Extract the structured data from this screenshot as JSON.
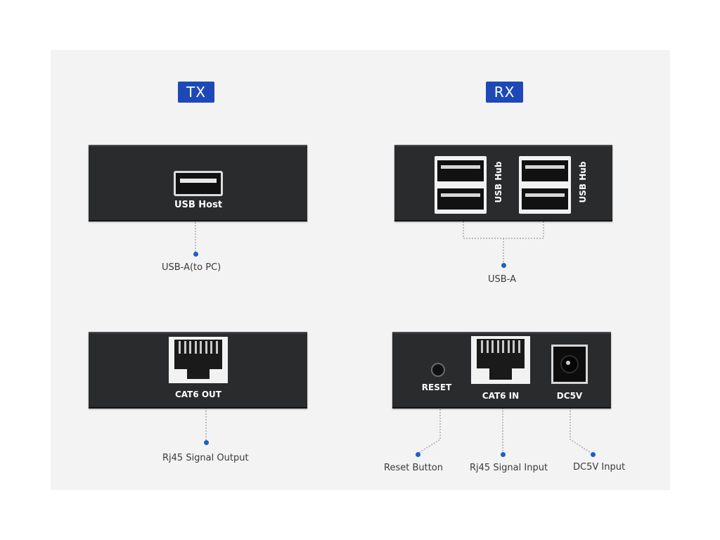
{
  "tx": {
    "badge": "TX",
    "usb_port_label": "USB Host",
    "usb_callout": "USB-A(to PC)",
    "cat6_port_label": "CAT6 OUT",
    "cat6_callout": "Rj45 Signal Output"
  },
  "rx": {
    "badge": "RX",
    "usb_hub_label_1": "USB Hub",
    "usb_hub_label_2": "USB Hub",
    "usb_callout": "USB-A",
    "reset_label": "RESET",
    "cat6_label": "CAT6 IN",
    "dc_label": "DC5V",
    "reset_callout": "Reset Button",
    "cat6_callout": "Rj45 Signal Input",
    "dc_callout": "DC5V Input"
  },
  "colors": {
    "badge": "#1d49b8",
    "device": "#2a2b2d",
    "callout_dot": "#1f5fc4",
    "panel": "#f3f3f4"
  }
}
